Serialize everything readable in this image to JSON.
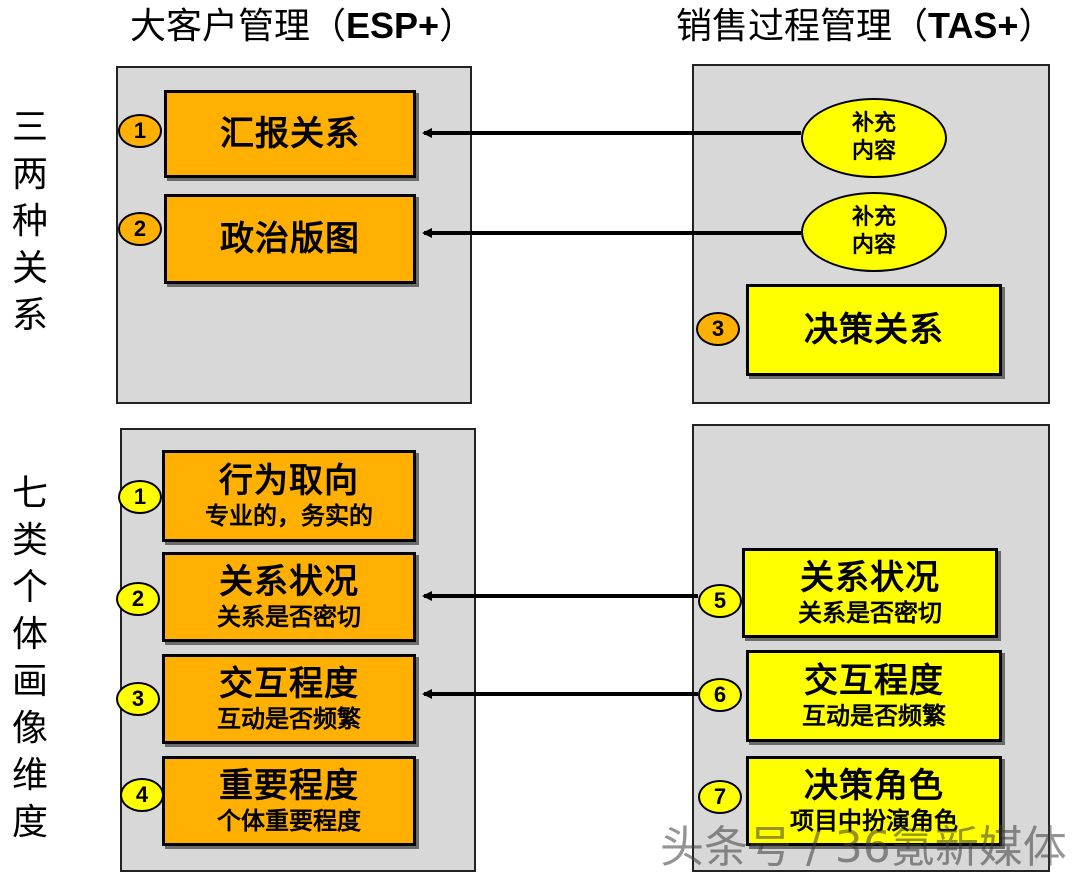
{
  "headers": {
    "left": {
      "cn": "大客户管理（",
      "en": "ESP+",
      "end": "）"
    },
    "right": {
      "cn": "销售过程管理（",
      "en": "TAS+",
      "end": "）"
    }
  },
  "side_labels": {
    "top": [
      "三",
      "两",
      "种",
      "关",
      "系"
    ],
    "bottom": [
      "七",
      "类",
      "个",
      "体",
      "画",
      "像",
      "维",
      "度"
    ]
  },
  "top_left": [
    {
      "num": "1",
      "title": "汇报关系"
    },
    {
      "num": "2",
      "title": "政治版图"
    }
  ],
  "top_right": {
    "ovals": [
      {
        "line1": "补充",
        "line2": "内容"
      },
      {
        "line1": "补充",
        "line2": "内容"
      }
    ],
    "box": {
      "num": "3",
      "title": "决策关系"
    }
  },
  "bottom_left": [
    {
      "num": "1",
      "title": "行为取向",
      "sub": "专业的，务实的"
    },
    {
      "num": "2",
      "title": "关系状况",
      "sub": "关系是否密切"
    },
    {
      "num": "3",
      "title": "交互程度",
      "sub": "互动是否频繁"
    },
    {
      "num": "4",
      "title": "重要程度",
      "sub": "个体重要程度"
    }
  ],
  "bottom_right": [
    {
      "num": "5",
      "title": "关系状况",
      "sub": "关系是否密切"
    },
    {
      "num": "6",
      "title": "交互程度",
      "sub": "互动是否频繁"
    },
    {
      "num": "7",
      "title": "决策角色",
      "sub": "项目中扮演角色"
    }
  ],
  "watermark": "头条号 / 36氪新媒体",
  "colors": {
    "orange": "#ffb000",
    "yellow": "#ffff00",
    "panel": "#d8d8d8"
  }
}
